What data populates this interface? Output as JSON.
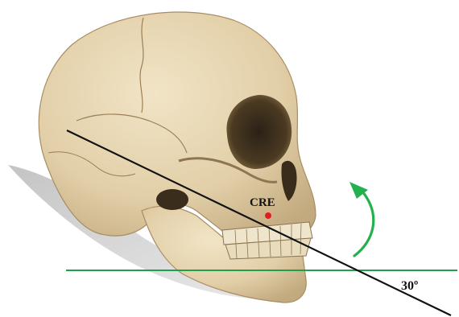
{
  "labels": {
    "point": "CRE",
    "angle": "30º"
  },
  "colors": {
    "background": "#ffffff",
    "bone": "#e6d6b4",
    "bone_shadow": "#b9a27a",
    "cast_shadow": "#b4b4b4",
    "reference_line": "#1fa04a",
    "tilt_line": "#111111",
    "rotation_arrow": "#22b14c",
    "cre_point": "#e51b24"
  },
  "icons": {
    "rotation": "curved-arrow-counterclockwise-icon",
    "point": "red-dot-icon"
  },
  "geometry_meaning": {
    "tilt_angle_deg": 30
  }
}
